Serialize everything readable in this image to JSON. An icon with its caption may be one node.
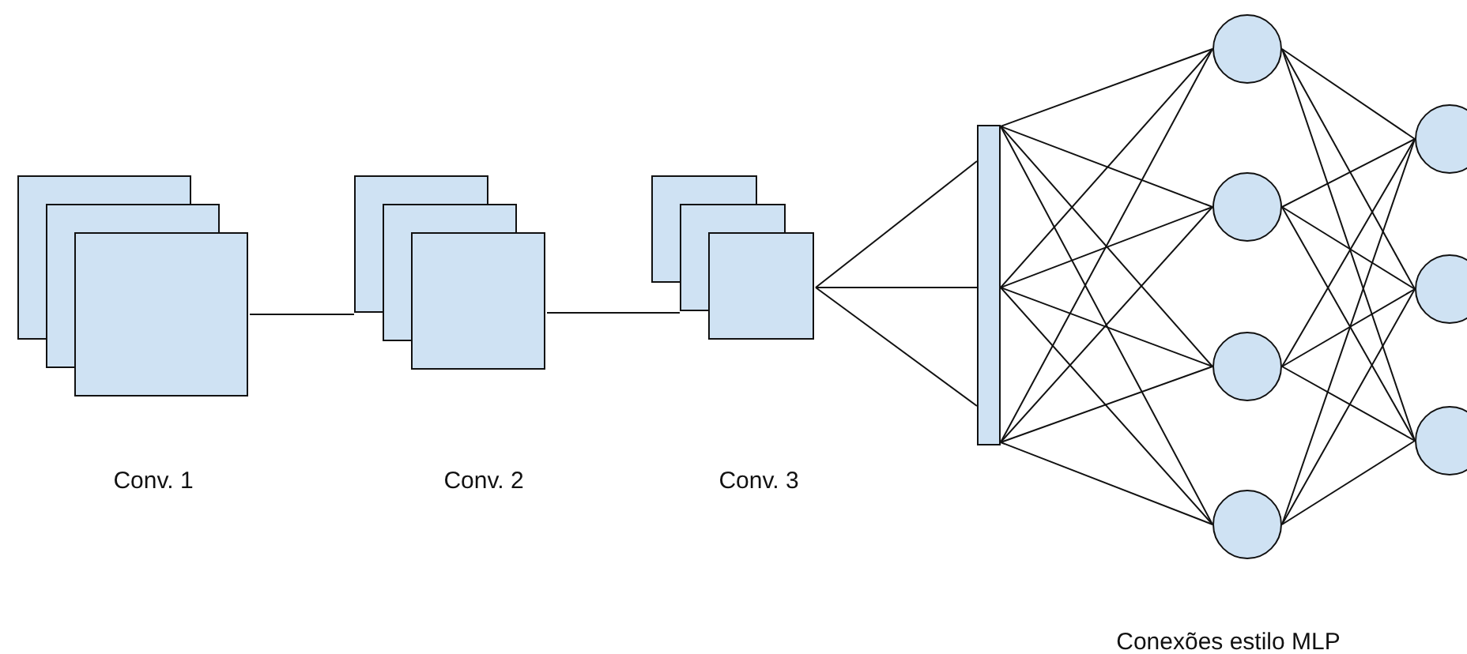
{
  "diagram": {
    "nodes": [
      {
        "text": [],
        "shape": "box"
      },
      {
        "text": [],
        "shape": "box"
      },
      {
        "text": [],
        "shape": "box"
      },
      {
        "text": [],
        "shape": "bar"
      },
      {
        "text": [],
        "shape": "circle"
      },
      {
        "text": [],
        "shape": "circle"
      },
      {
        "text": [],
        "shape": "circle"
      },
      {
        "text": [],
        "shape": "circle"
      },
      {
        "text": [],
        "shape": "circle"
      },
      {
        "text": [],
        "shape": "circle"
      },
      {
        "text": [],
        "shape": "circle"
      }
    ],
    "edges": [
      {
        "from": 0,
        "to": 1,
        "arrow": "none"
      },
      {
        "from": 1,
        "to": 2,
        "arrow": "none"
      },
      {
        "from": 2,
        "to": 3,
        "arrow": "none"
      },
      {
        "from": 2,
        "to": 3,
        "arrow": "none"
      },
      {
        "from": 2,
        "to": 3,
        "arrow": "none"
      },
      {
        "from": 3,
        "to": 4,
        "arrow": "none"
      },
      {
        "from": 3,
        "to": 4,
        "arrow": "none"
      },
      {
        "from": 3,
        "to": 4,
        "arrow": "none"
      },
      {
        "from": 3,
        "to": 5,
        "arrow": "none"
      },
      {
        "from": 3,
        "to": 5,
        "arrow": "none"
      },
      {
        "from": 3,
        "to": 5,
        "arrow": "none"
      },
      {
        "from": 3,
        "to": 6,
        "arrow": "none"
      },
      {
        "from": 3,
        "to": 6,
        "arrow": "none"
      },
      {
        "from": 3,
        "to": 6,
        "arrow": "none"
      },
      {
        "from": 3,
        "to": 7,
        "arrow": "none"
      },
      {
        "from": 3,
        "to": 7,
        "arrow": "none"
      },
      {
        "from": 3,
        "to": 7,
        "arrow": "none"
      },
      {
        "from": 4,
        "to": 8,
        "arrow": "none"
      },
      {
        "from": 4,
        "to": 9,
        "arrow": "none"
      },
      {
        "from": 4,
        "to": 10,
        "arrow": "none"
      },
      {
        "from": 5,
        "to": 8,
        "arrow": "none"
      },
      {
        "from": 5,
        "to": 9,
        "arrow": "none"
      },
      {
        "from": 5,
        "to": 10,
        "arrow": "none"
      },
      {
        "from": 6,
        "to": 8,
        "arrow": "none"
      },
      {
        "from": 6,
        "to": 9,
        "arrow": "none"
      },
      {
        "from": 6,
        "to": 10,
        "arrow": "none"
      },
      {
        "from": 7,
        "to": 8,
        "arrow": "none"
      },
      {
        "from": 7,
        "to": 9,
        "arrow": "none"
      },
      {
        "from": 7,
        "to": 10,
        "arrow": "none"
      }
    ],
    "labels": [
      "Conv. 1",
      "Conv. 2",
      "Conv. 3",
      "Conexões estilo MLP"
    ]
  }
}
